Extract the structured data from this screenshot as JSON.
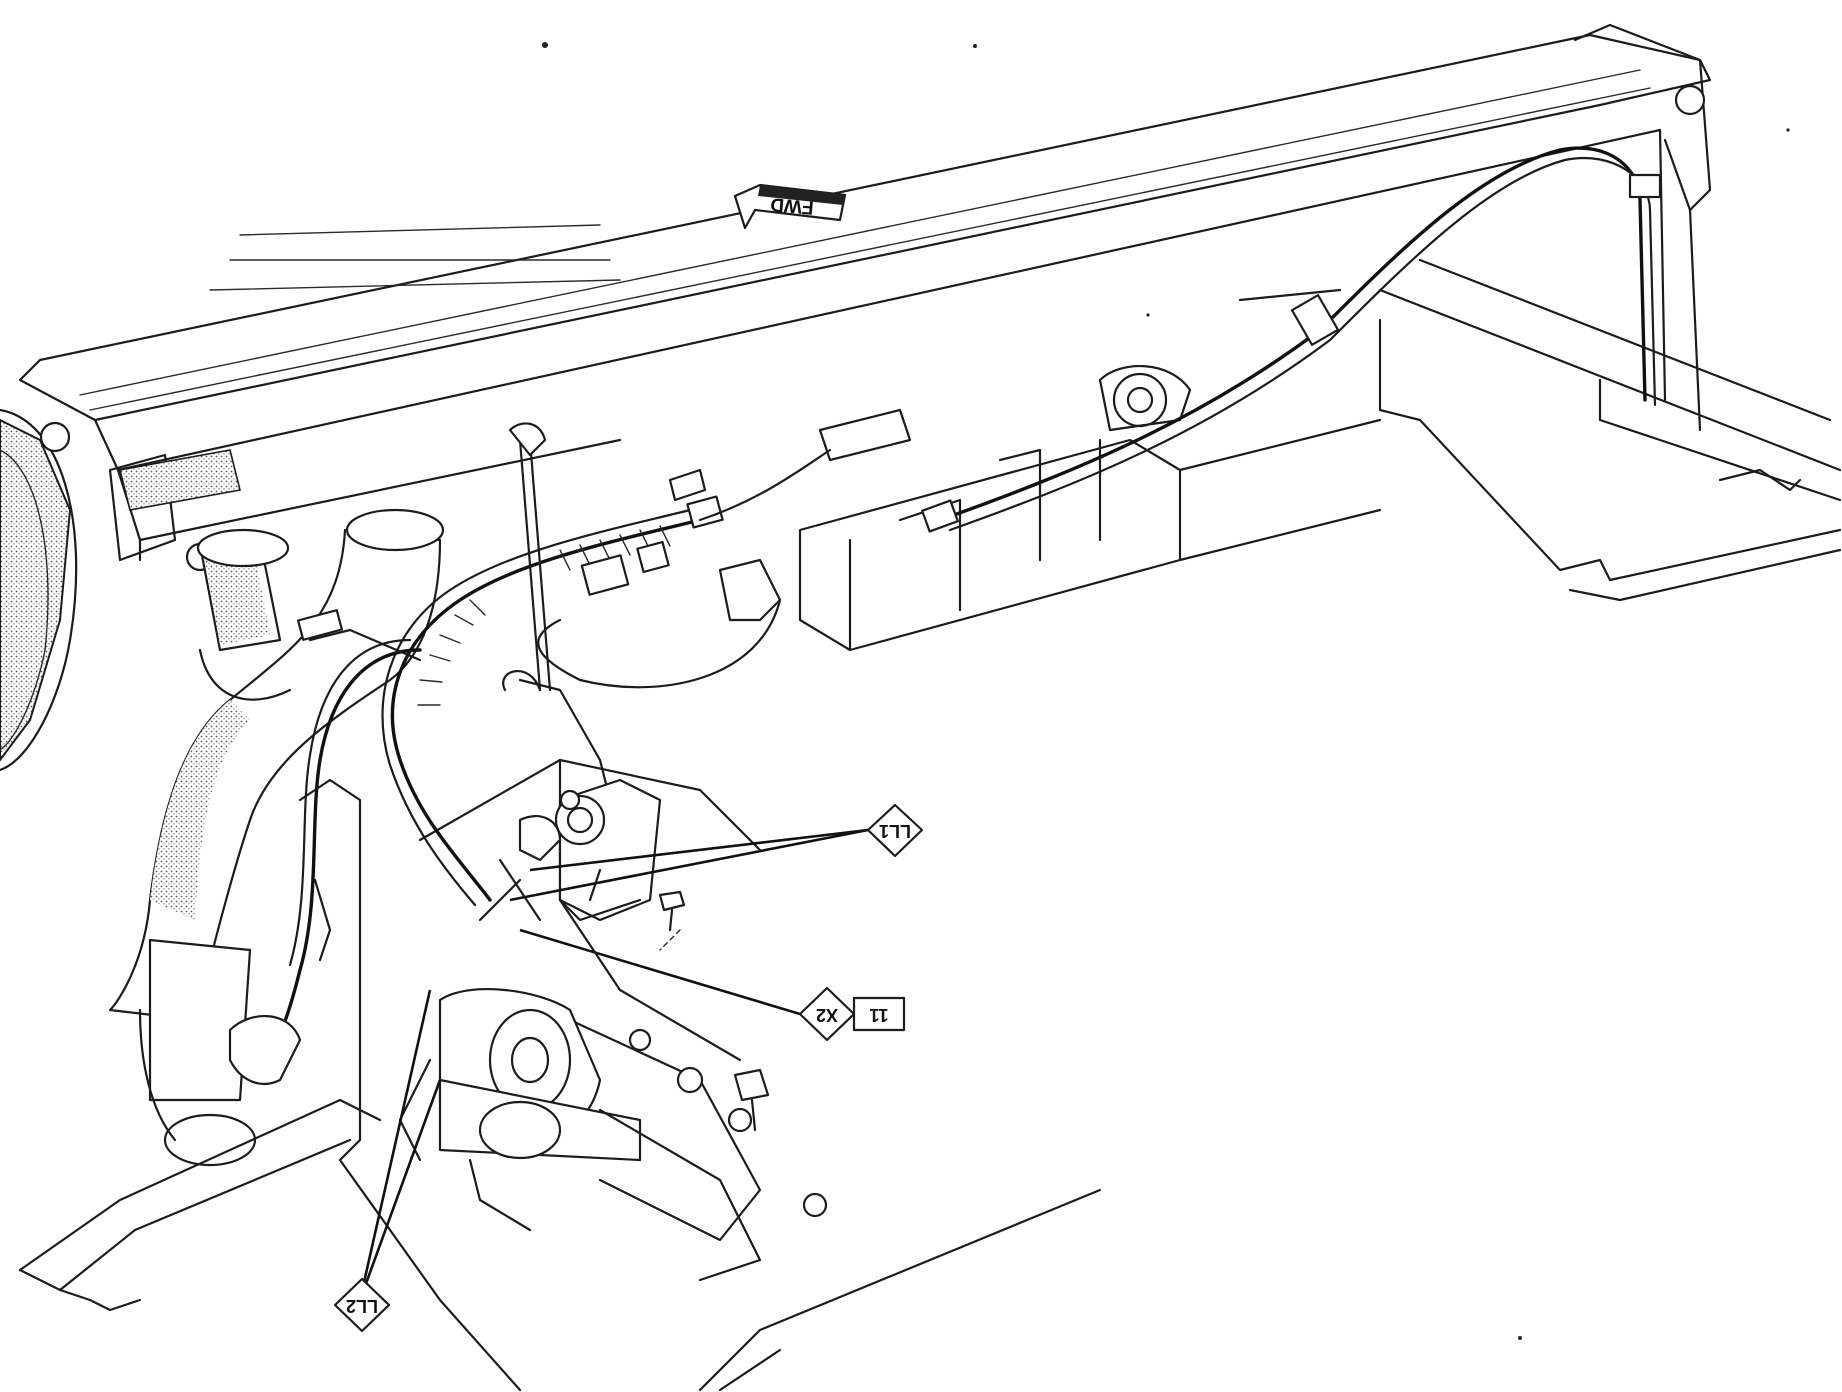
{
  "arrow": {
    "label": "FWD"
  },
  "callouts": [
    {
      "id": "ll1",
      "text": "LL1"
    },
    {
      "id": "x2",
      "text": "X2"
    },
    {
      "id": "n11",
      "text": "11"
    },
    {
      "id": "ll2",
      "text": "LL2"
    }
  ],
  "colors": {
    "ink": "#1c1c1c",
    "paper": "#ffffff"
  },
  "notes": {
    "orientation": "drawing is rotated 180 degrees (text reads upside down)"
  }
}
